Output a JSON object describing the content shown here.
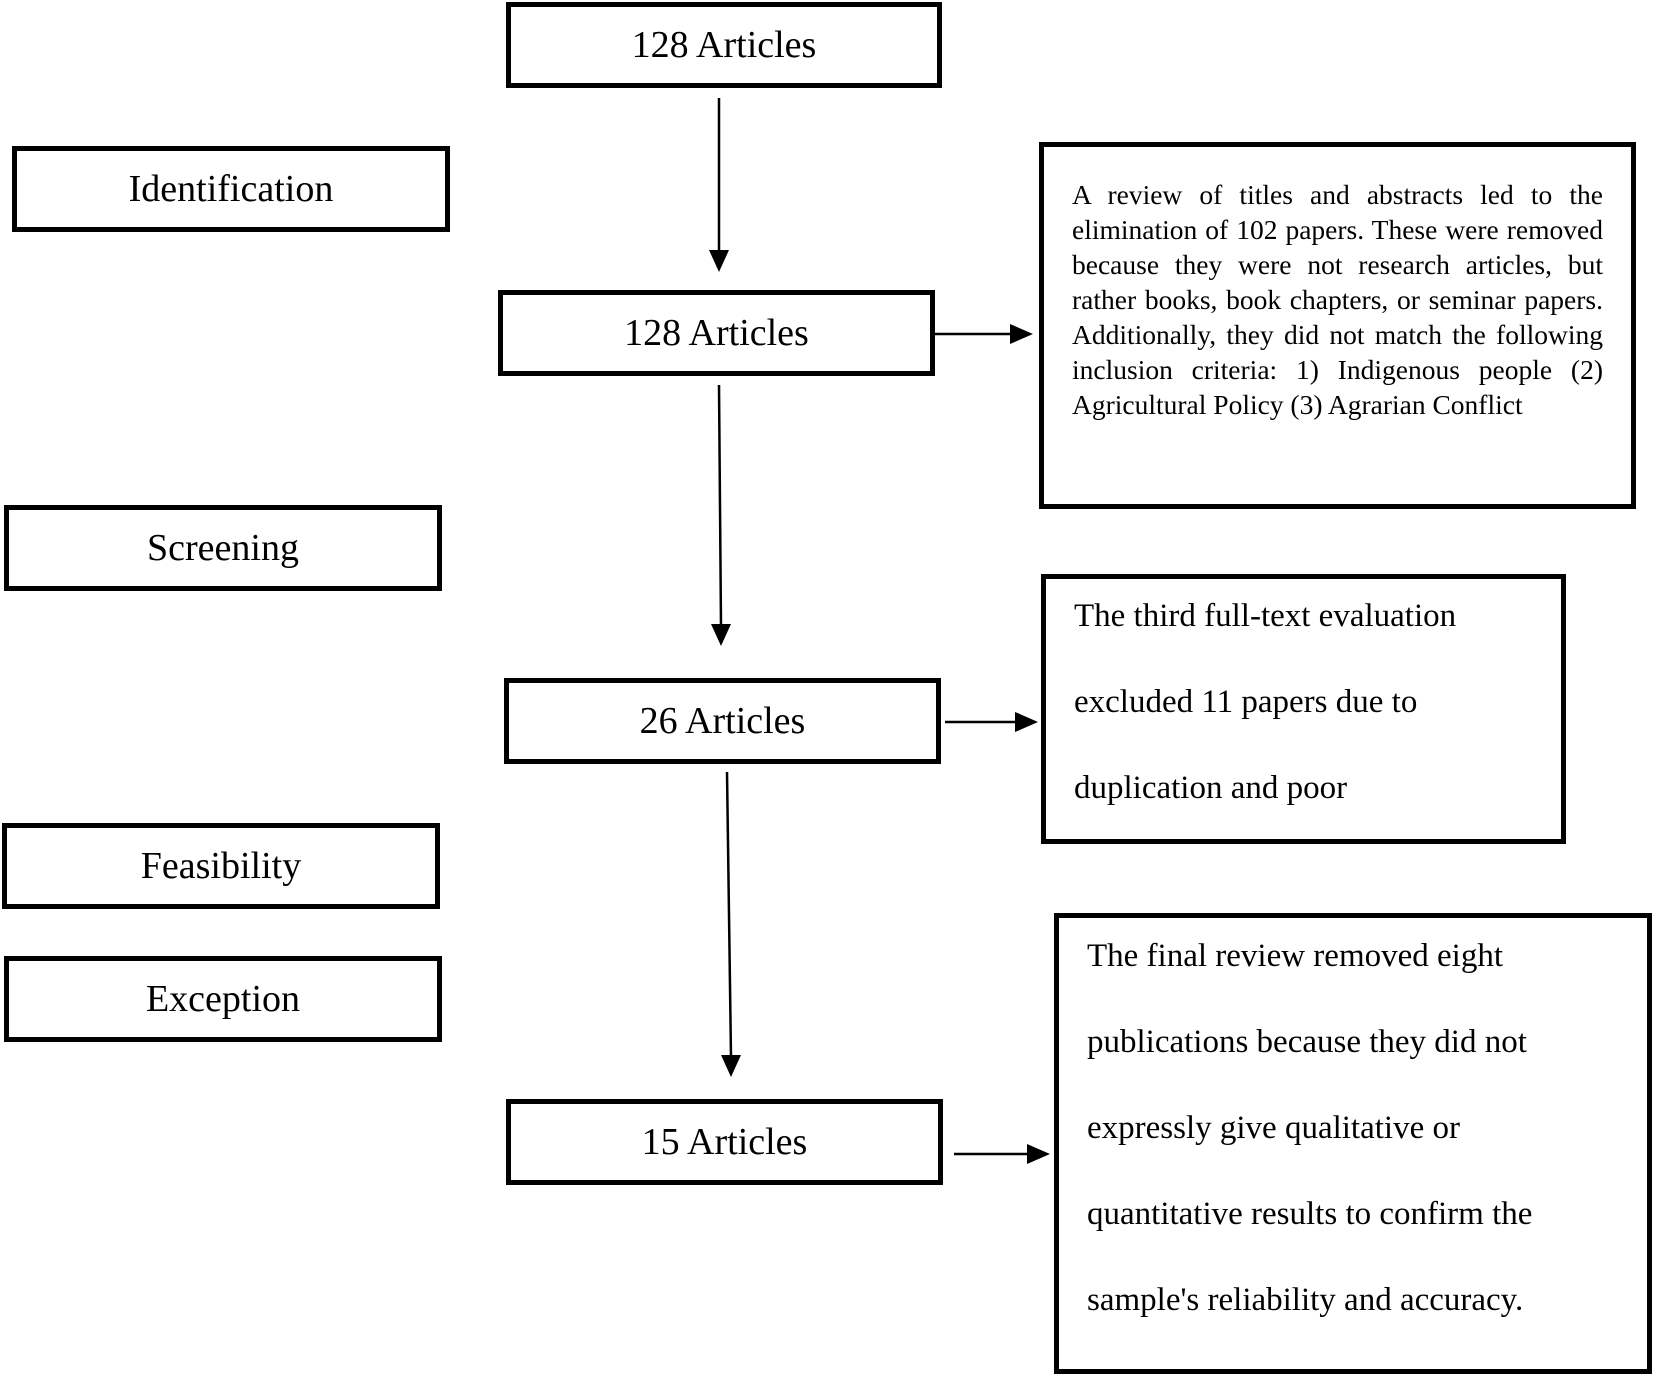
{
  "stages": {
    "identification": "Identification",
    "screening": "Screening",
    "feasibility": "Feasibility",
    "exception": "Exception"
  },
  "flow": {
    "box1": "128 Articles",
    "box2": "128 Articles",
    "box3": "26 Articles",
    "box4": "15 Articles"
  },
  "notes": {
    "note1": "A review of titles and abstracts led to the elimination of 102 papers. These were removed because they were not research articles, but rather books, book chapters, or seminar papers. Additionally, they did not match the following inclusion criteria: 1) Indigenous people (2) Agricultural Policy (3) Agrarian Conflict",
    "note2": {
      "lines": [
        "The third full-text evaluation",
        "excluded 11 papers due to",
        "duplication and poor"
      ]
    },
    "note3": {
      "lines": [
        "The final review removed eight",
        "publications because they did not",
        "expressly give qualitative or",
        "quantitative results to confirm the",
        "sample's reliability and accuracy."
      ]
    }
  },
  "colors": {
    "line": "#000000",
    "background": "#ffffff"
  }
}
